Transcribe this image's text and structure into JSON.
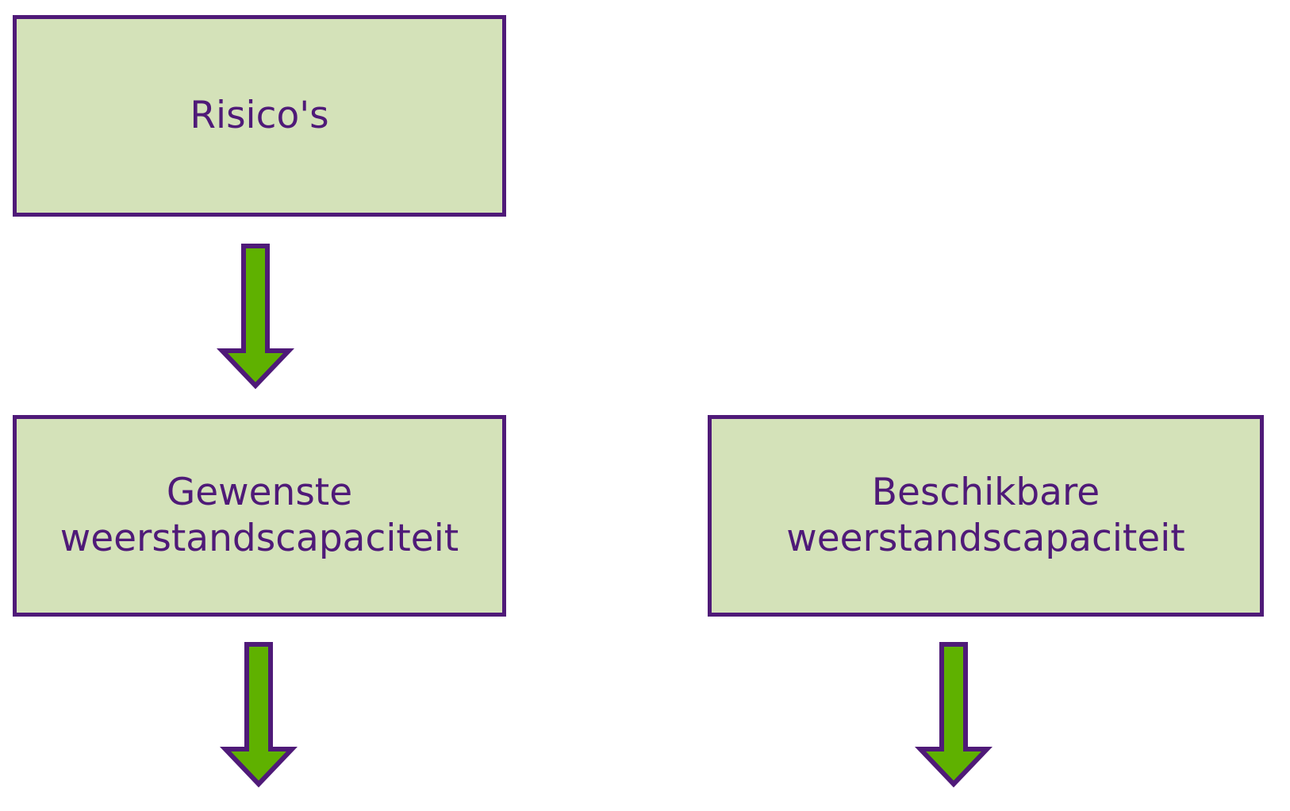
{
  "colors": {
    "box_fill": "#d4e2b9",
    "border": "#4f1a78",
    "text": "#4f1a78",
    "arrow_fill": "#5fb100"
  },
  "boxes": [
    {
      "lines": [
        "Risico's"
      ]
    },
    {
      "lines": [
        "Gewenste",
        "weerstandscapaciteit"
      ]
    },
    {
      "lines": [
        "Beschikbare",
        "weerstandscapaciteit"
      ]
    }
  ],
  "arrows": [
    {
      "icon": "down-arrow-icon"
    },
    {
      "icon": "down-arrow-icon"
    },
    {
      "icon": "down-arrow-icon"
    }
  ]
}
